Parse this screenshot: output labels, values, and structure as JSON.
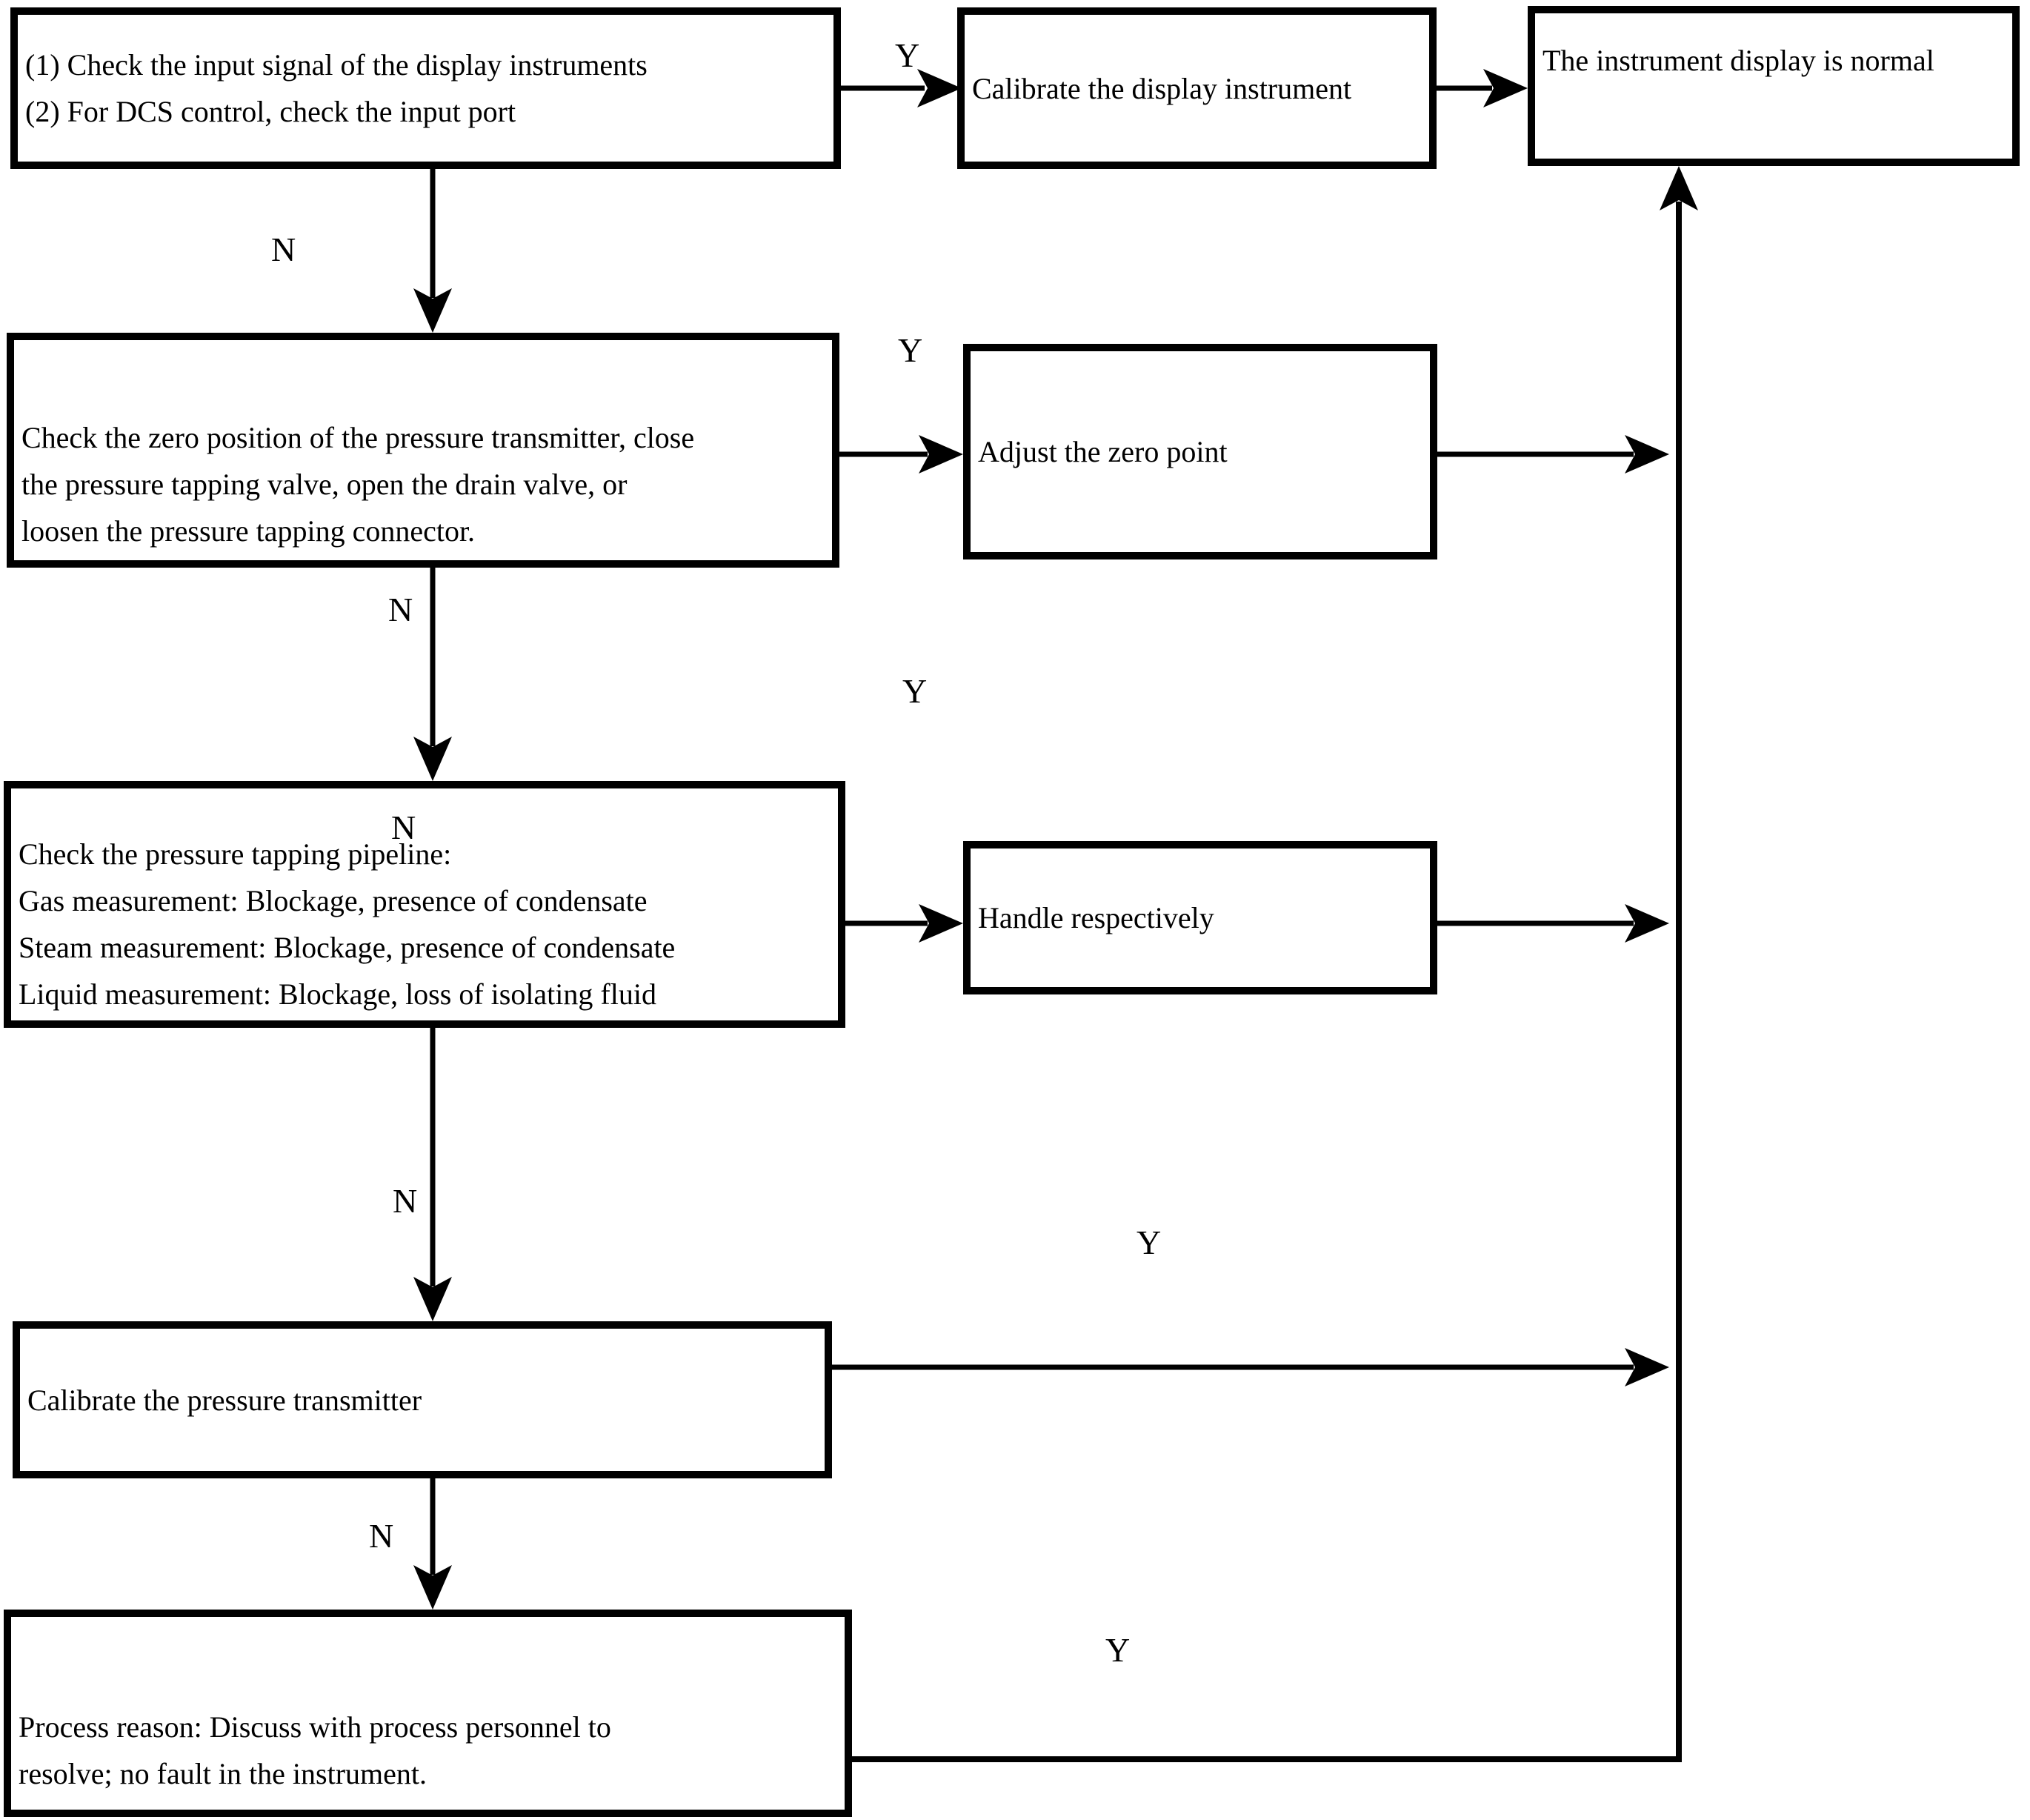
{
  "diagram": {
    "type": "flowchart",
    "colors": {
      "line": "#000000",
      "background": "#ffffff",
      "text": "#000000"
    },
    "nodes": [
      {
        "id": "check-input-signal",
        "lines": [
          "(1) Check the input signal of the display instruments",
          "(2) For DCS control, check the input port"
        ]
      },
      {
        "id": "calibrate-display-instrument",
        "lines": [
          "Calibrate the display instrument"
        ]
      },
      {
        "id": "instrument-display-normal",
        "lines": [
          "The instrument display is normal"
        ]
      },
      {
        "id": "check-zero-position",
        "lines": [
          "Check the zero position of the pressure transmitter, close",
          "the pressure tapping valve, open the drain valve, or",
          "loosen the pressure tapping connector."
        ]
      },
      {
        "id": "adjust-zero-point",
        "lines": [
          "Adjust the zero point"
        ]
      },
      {
        "id": "check-pressure-tapping-pipeline",
        "lines": [
          "Check the pressure tapping pipeline:",
          "Gas measurement: Blockage, presence of condensate",
          "Steam measurement: Blockage, presence of condensate",
          "Liquid measurement: Blockage, loss of isolating fluid"
        ]
      },
      {
        "id": "handle-respectively",
        "lines": [
          "Handle respectively"
        ]
      },
      {
        "id": "calibrate-pressure-transmitter",
        "lines": [
          "Calibrate the pressure transmitter"
        ]
      },
      {
        "id": "process-reason",
        "lines": [
          "Process reason: Discuss with process personnel to",
          "resolve; no fault in the instrument."
        ]
      }
    ],
    "edge_labels": [
      {
        "id": "label-y-to-calibrate-display",
        "text": "Y"
      },
      {
        "id": "label-n-below-box1",
        "text": "N"
      },
      {
        "id": "label-y-to-adjust-zero",
        "text": "Y"
      },
      {
        "id": "label-n-below-box4",
        "text": "N"
      },
      {
        "id": "label-y-mid-right",
        "text": "Y"
      },
      {
        "id": "label-n-inside-box6",
        "text": "N"
      },
      {
        "id": "label-n-below-box6",
        "text": "N"
      },
      {
        "id": "label-y-from-calibrate-transmitter",
        "text": "Y"
      },
      {
        "id": "label-n-below-box8",
        "text": "N"
      },
      {
        "id": "label-y-from-process-reason",
        "text": "Y"
      }
    ]
  }
}
